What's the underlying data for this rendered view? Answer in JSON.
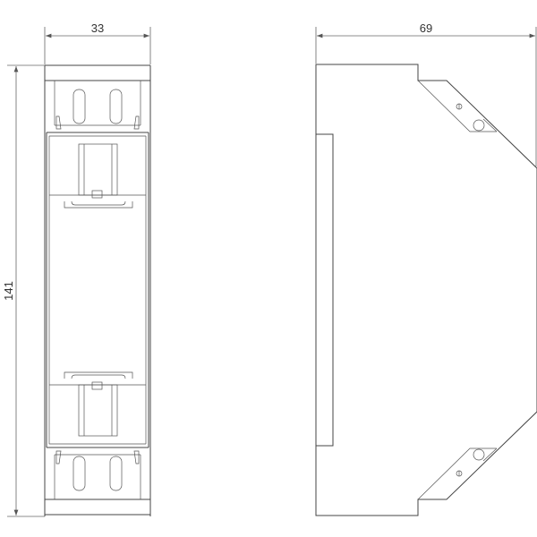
{
  "drawing": {
    "dimensions": {
      "front_width": "33",
      "height": "141",
      "side_depth": "69"
    },
    "views": [
      "front-view",
      "side-view"
    ],
    "line_color": "#444444"
  }
}
